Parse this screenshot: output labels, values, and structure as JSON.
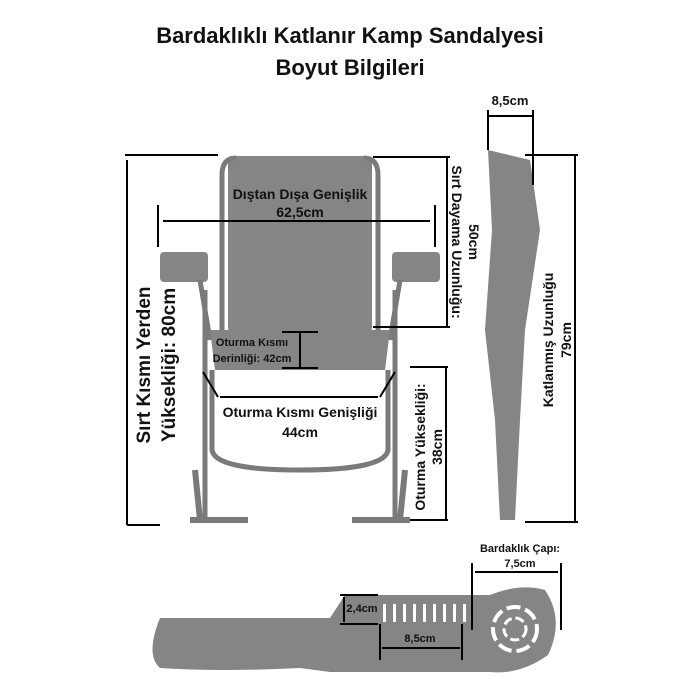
{
  "title": {
    "line1": "Bardaklıklı Katlanır Kamp Sandalyesi",
    "line2": "Boyut Bilgileri"
  },
  "dimensions": {
    "outer_width": {
      "label": "Dıştan Dışa Genişlik",
      "value": "62,5cm"
    },
    "back_height_from_ground": {
      "label": "Sırt Kısmı Yerden",
      "value": "Yüksekliği: 80cm"
    },
    "backrest_length": {
      "label": "Sırt Dayama Uzunluğu:",
      "value": "50cm"
    },
    "seat_depth": {
      "label": "Oturma Kısmı",
      "value": "Derinliği: 42cm"
    },
    "seat_width": {
      "label": "Oturma Kısmı Genişliği",
      "value": "44cm"
    },
    "seat_height": {
      "label": "Oturma Yüksekliği:",
      "value": "38cm"
    },
    "folded_thickness": {
      "value": "8,5cm"
    },
    "folded_length": {
      "label": "Katlanmış Uzunluğu",
      "value": "79cm"
    },
    "cupholder_diameter": {
      "label": "Bardaklık Çapı:",
      "value": "7,5cm"
    },
    "slot_height": {
      "value": "2,4cm"
    },
    "slot_length": {
      "value": "8,5cm"
    }
  },
  "colors": {
    "product": "#858585",
    "lines": "#000000"
  }
}
